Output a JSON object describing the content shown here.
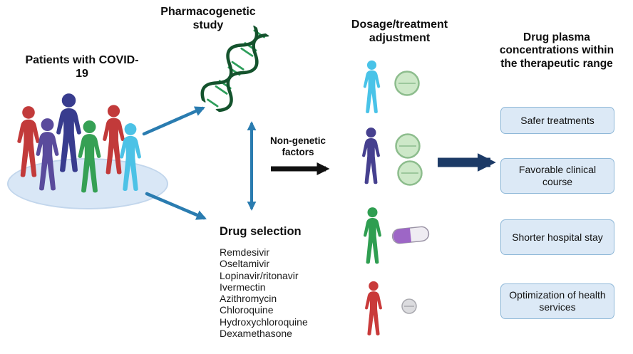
{
  "labels": {
    "pharmacogenetic_study": "Pharmacogenetic study",
    "patients": "Patients with COVID-19",
    "non_genetic_factors": "Non-genetic factors",
    "dosage_adjustment": "Dosage/treatment adjustment",
    "drug_selection": "Drug selection",
    "outcomes_heading": "Drug plasma concentrations within the therapeutic range"
  },
  "drug_list": [
    "Remdesivir",
    "Oseltamivir",
    "Lopinavir/ritonavir",
    "Ivermectin",
    "Azithromycin",
    "Chloroquine",
    "Hydroxychloroquine",
    "Dexamethasone"
  ],
  "outcome_boxes": [
    "Safer treatments",
    "Favorable clinical course",
    "Shorter hospital stay",
    "Optimization of health services"
  ],
  "patient_group": {
    "figures": [
      {
        "name": "patient-red-back-left",
        "color": "#c23a3a"
      },
      {
        "name": "patient-navy-back-center",
        "color": "#383c8e"
      },
      {
        "name": "patient-red-back-right",
        "color": "#c23a3a"
      },
      {
        "name": "patient-purple-front-left",
        "color": "#5a4b9c"
      },
      {
        "name": "patient-green-front-center",
        "color": "#35a054"
      },
      {
        "name": "patient-cyan-front-right",
        "color": "#4cc2e6"
      }
    ]
  },
  "dosage_rows": [
    {
      "patient_color": "#49c3e8",
      "medication_icon": "green-tablet-icon"
    },
    {
      "patient_color": "#46408f",
      "medication_icon": "two-green-tablets-icon"
    },
    {
      "patient_color": "#2f9e51",
      "medication_icon": "purple-white-capsule-icon"
    },
    {
      "patient_color": "#c93a3a",
      "medication_icon": "grey-tablet-icon"
    }
  ],
  "medications": {
    "green_tablet_fill": "#cde8c8",
    "green_tablet_edge": "#8dbd8d",
    "green_tablet_line": "#9cc79c",
    "capsule_purple": "#9d66c6",
    "capsule_white": "#efecf2",
    "capsule_edge": "#9a93a5",
    "grey_tablet_fill": "#dcdcdf",
    "grey_tablet_edge": "#a9a9af"
  },
  "colors": {
    "teal_arrow": "#2a7cb0",
    "black_arrow": "#111111",
    "navy_arrow": "#1c3a66",
    "box_fill": "#dce9f6",
    "box_border": "#8fb8d8",
    "dna_strand": "#14532d",
    "dna_rung": "#2e9e5b",
    "platform": "#d9e7f6"
  }
}
